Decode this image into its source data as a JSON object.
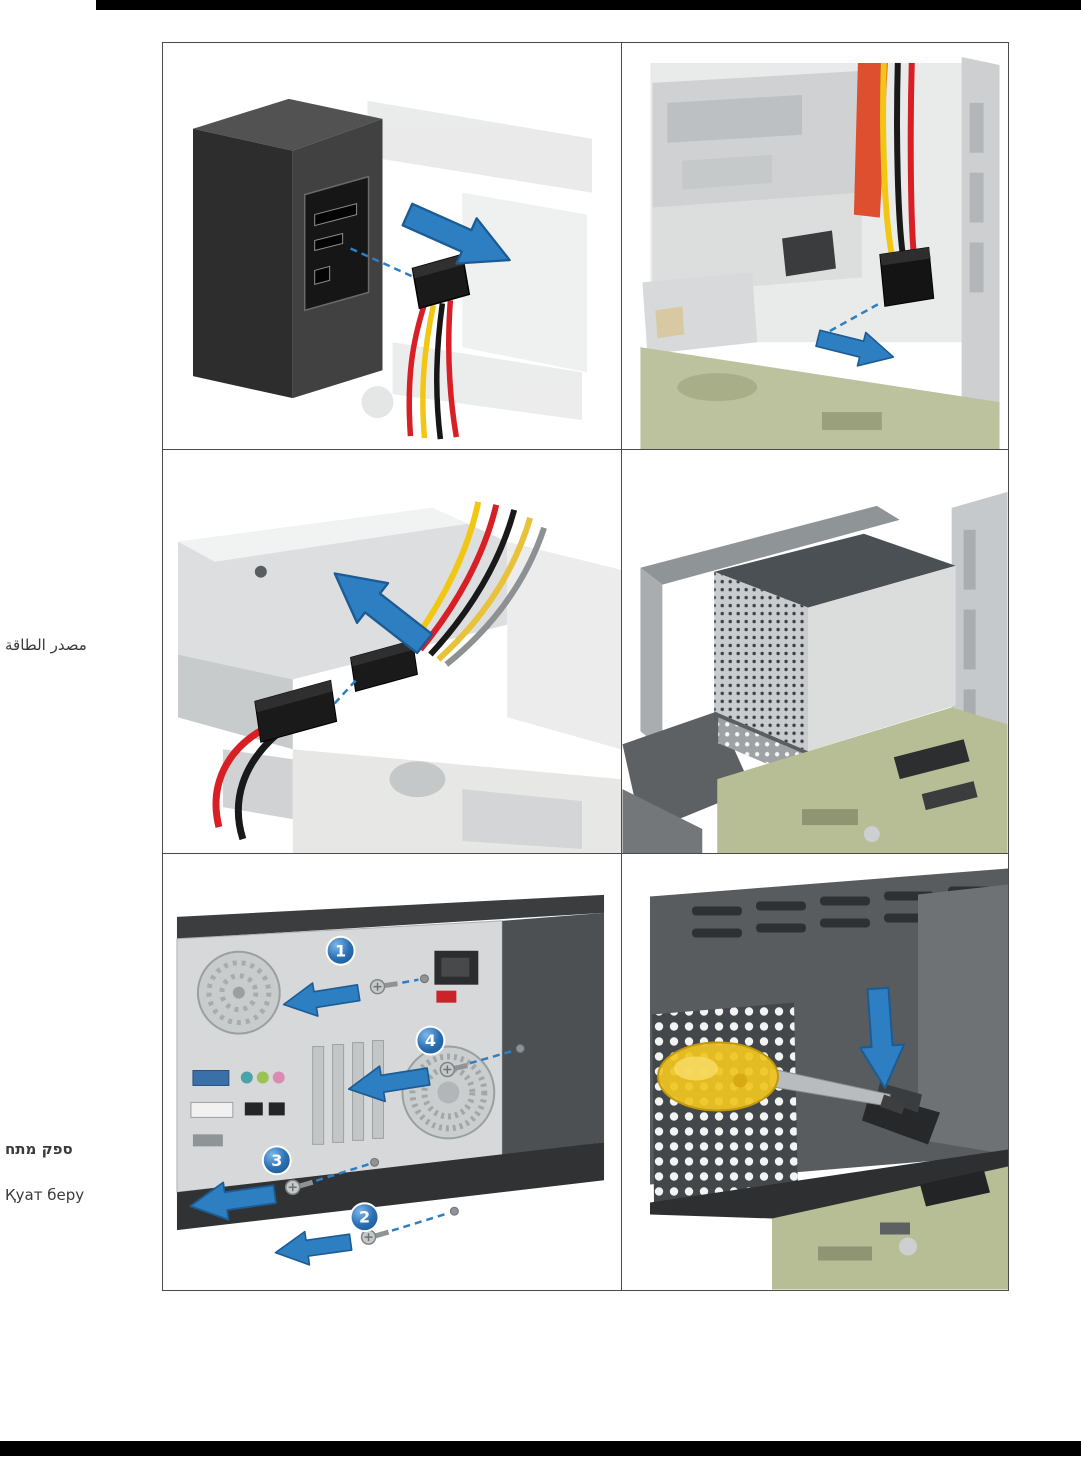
{
  "margin_labels": {
    "arabic": "مصدر الطاقة",
    "hebrew": "ספק מתח",
    "kazakh": "Қуат беру"
  },
  "figures": {
    "callouts": [
      "1",
      "2",
      "3",
      "4"
    ]
  },
  "colors": {
    "accent_blue": "#2e7fc2",
    "cable_red": "#d91f26",
    "cable_yellow": "#f2c713",
    "screwdriver_yellow": "#f1c51e",
    "board_green": "#b7bd95"
  }
}
